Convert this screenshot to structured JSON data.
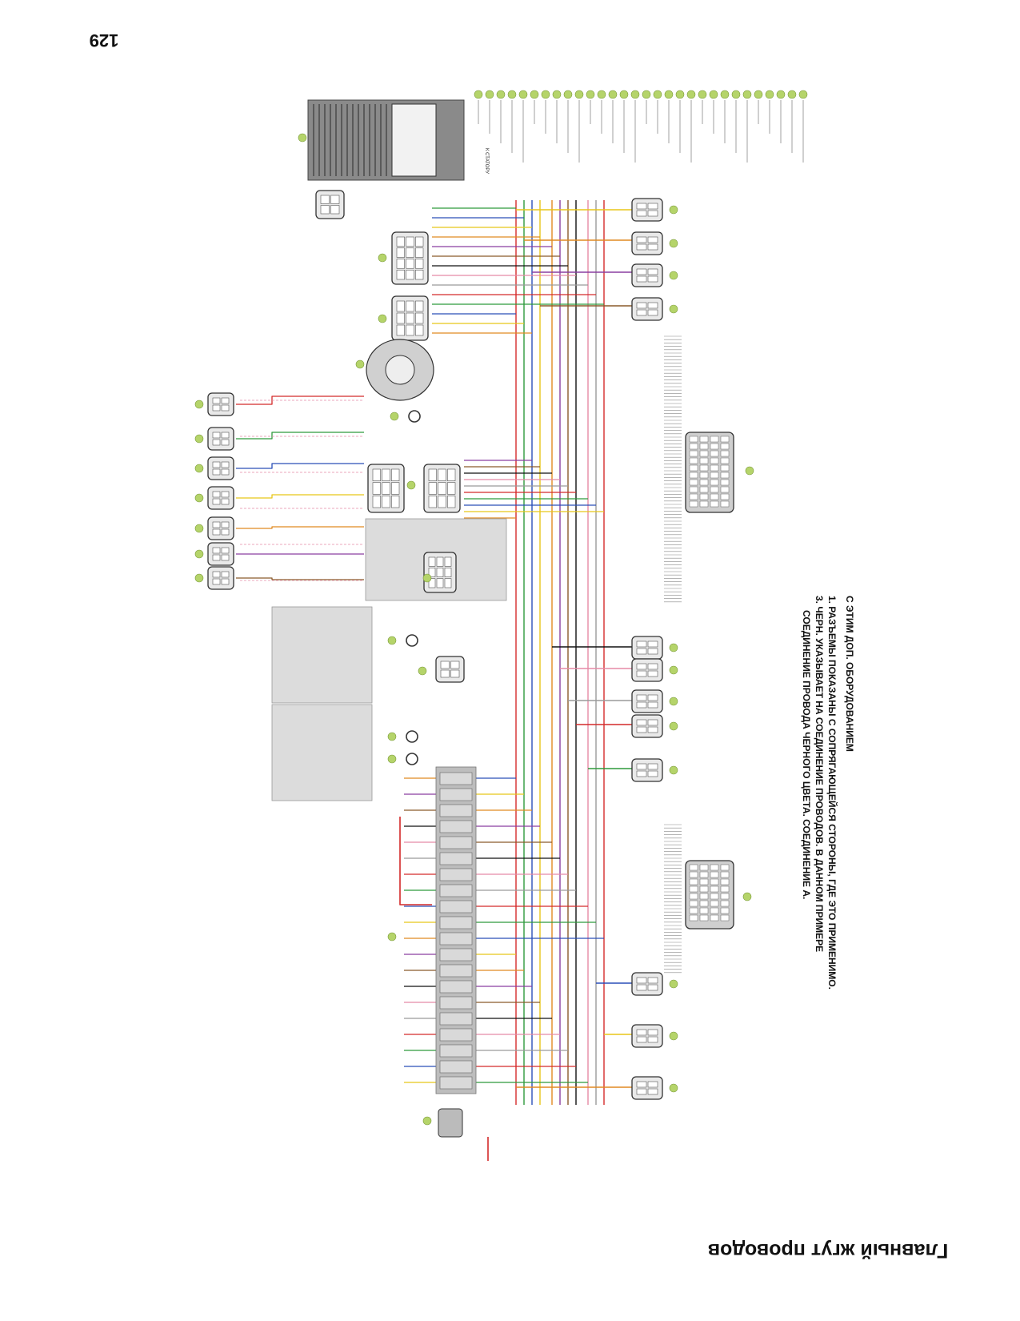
{
  "page": {
    "number": "129",
    "title": "Главный жгут проводов"
  },
  "notes": {
    "heading": "С ЭТИМ ДОП. ОБОРУДОВАНИЕМ",
    "line1": "1. РАЗЪЕМЫ ПОКАЗАНЫ С СОПРЯГАЮЩЕЙСЯ СТОРОНЫ, ГДЕ ЭТО ПРИМЕНИМО.",
    "line2": "3. ЧЕРН. УКАЗЫВАЕТ НА СОЕДИНЕНИЕ ПРОВОДОВ. В ДАННОМ ПРИМЕРЕ",
    "line3": "СОЕДИНЕНИЕ ПРОВОДА ЧЕРНОГО ЦВЕТА. СОЕДИНЕНИЕ А."
  },
  "legend": {
    "stator_label": "К СТАТОРУ"
  },
  "colors": {
    "legend_marker": "#b5d46a",
    "panel_gray": "#dcdcdc",
    "wire_red": "#d42a2a",
    "wire_green": "#2f9a3c",
    "wire_blue": "#2a4fb8",
    "wire_yellow": "#e8c619",
    "wire_orange": "#e08a22",
    "wire_violet": "#8a3fa0",
    "wire_brown": "#8a5a2a",
    "wire_black": "#111111",
    "wire_pink": "#e58aa6",
    "wire_gray": "#9a9a9a"
  }
}
